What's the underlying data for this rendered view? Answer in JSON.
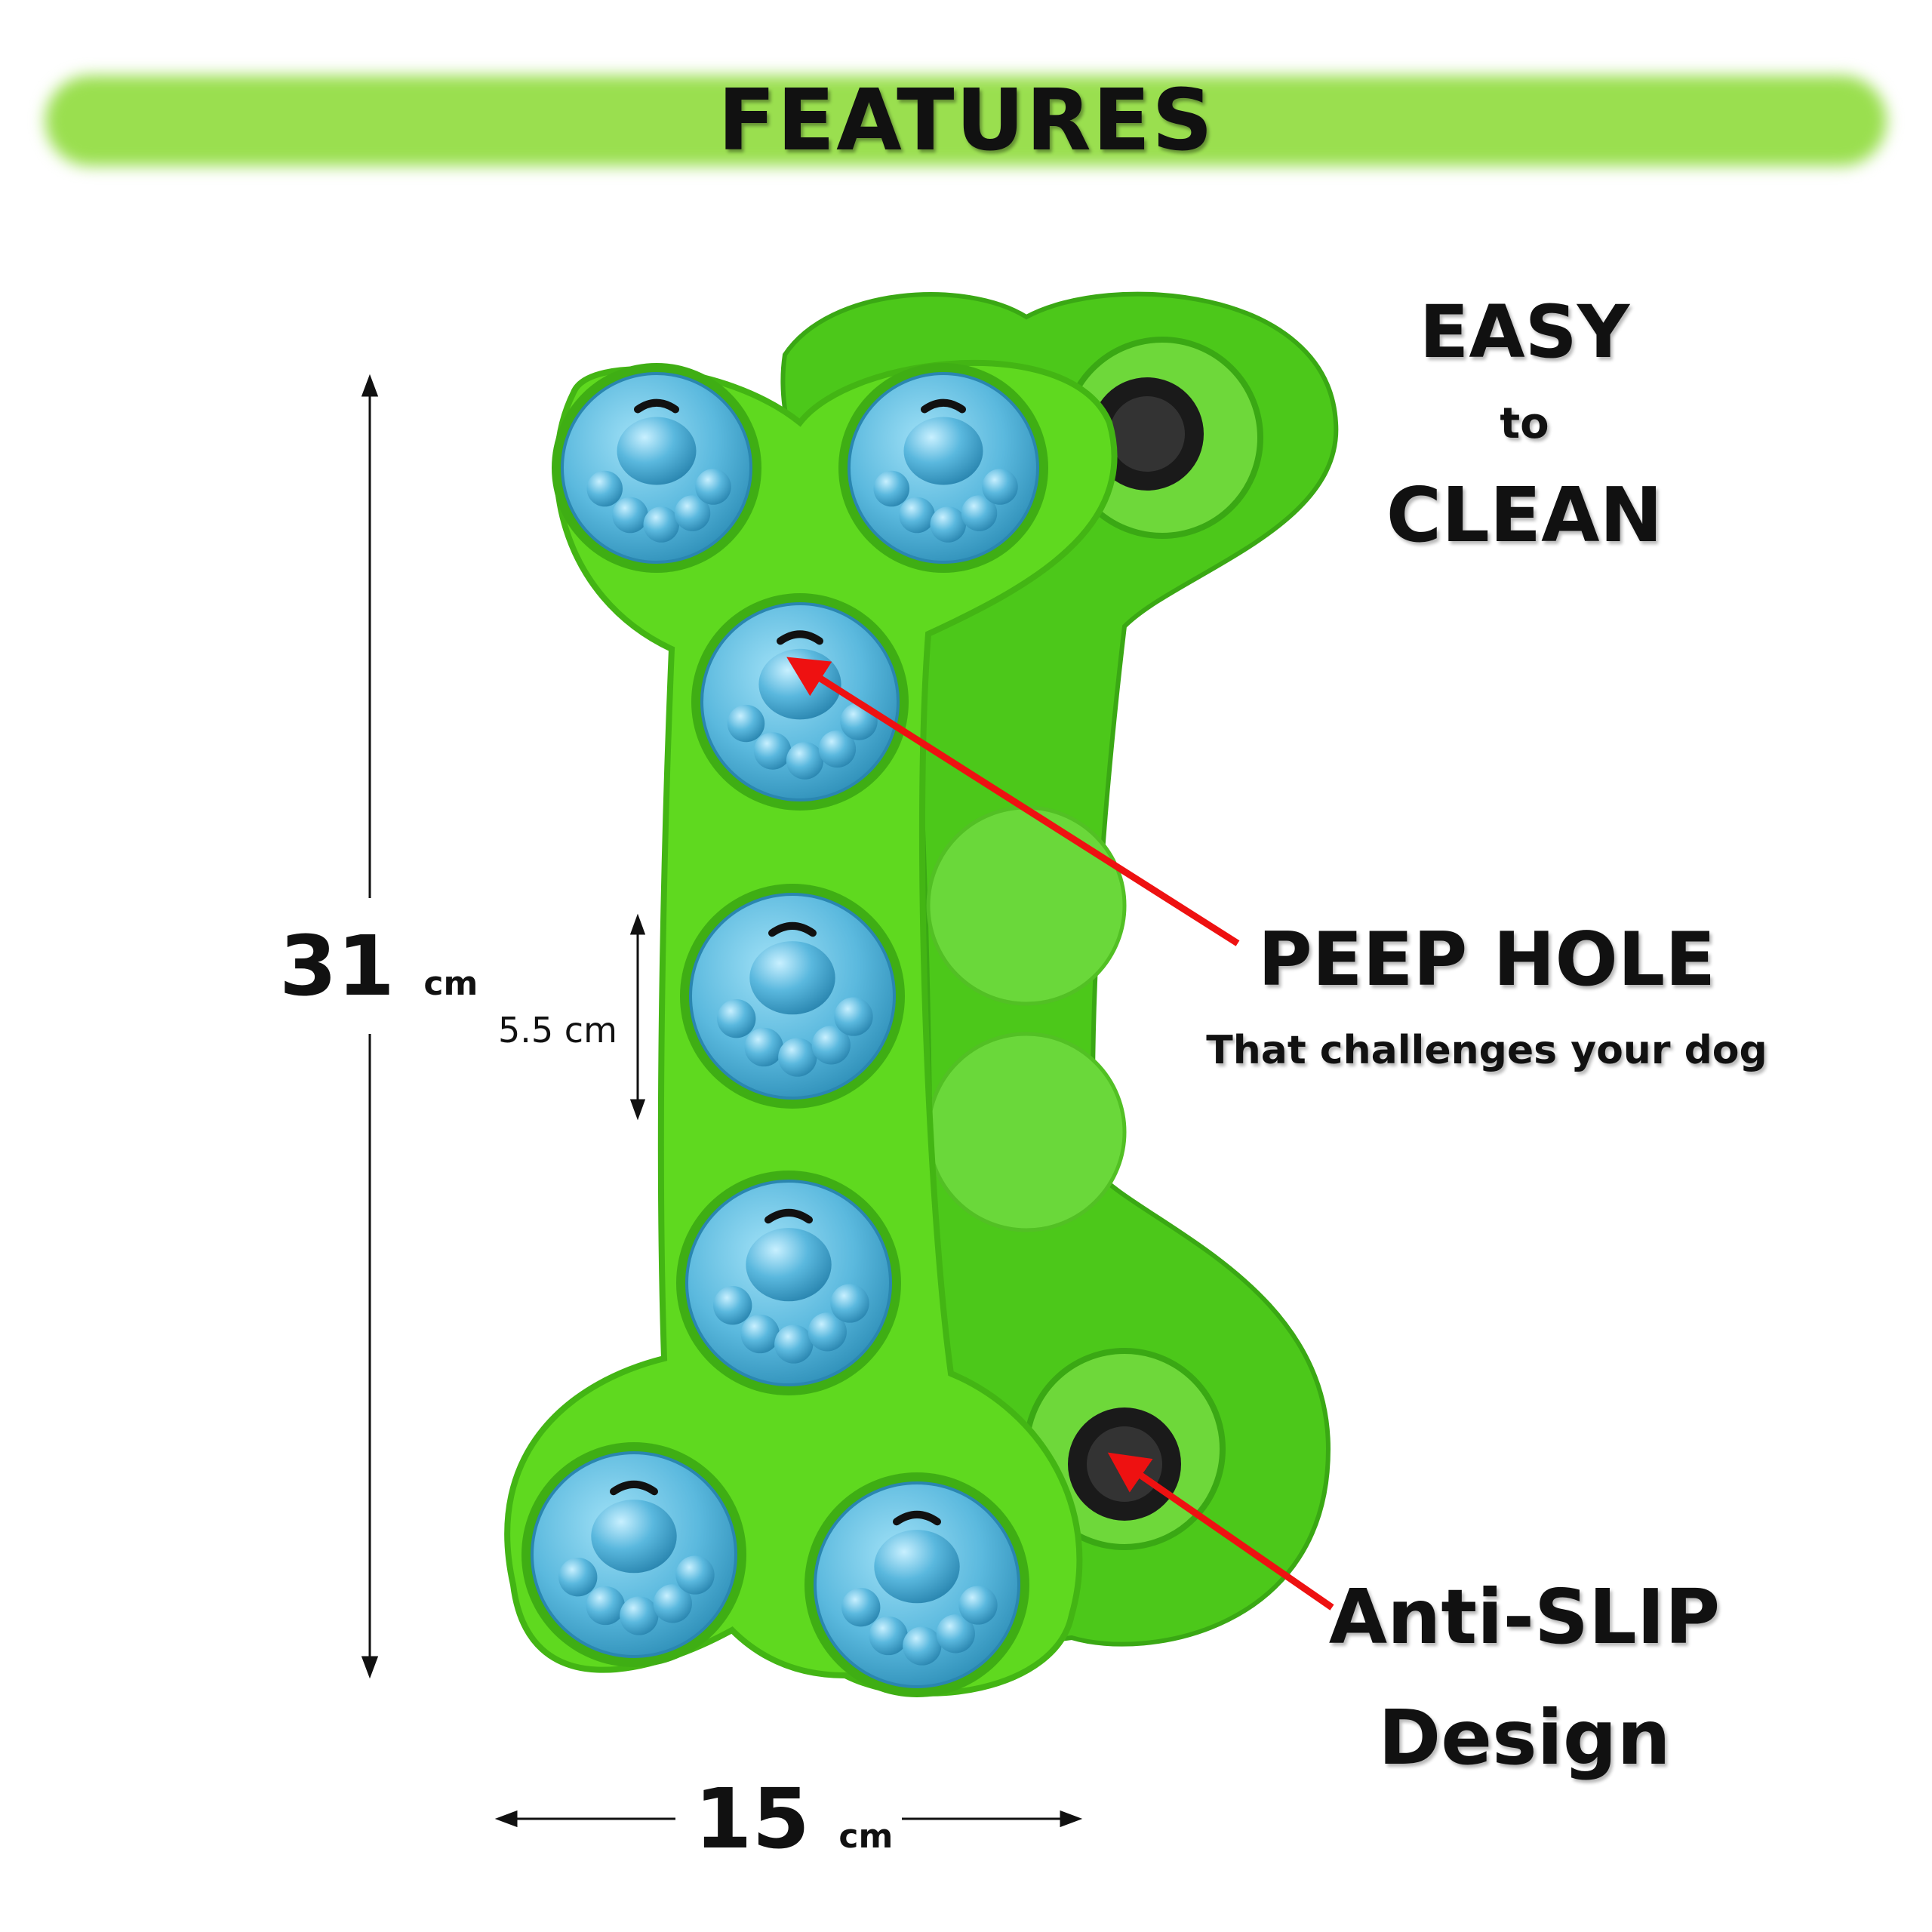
{
  "header": {
    "title": "FEATURES"
  },
  "features": {
    "easy_clean": {
      "line1": "EASY",
      "line2": "to",
      "line3": "CLEAN"
    },
    "peep_hole": {
      "title": "PEEP HOLE",
      "subtitle": "That challenges your dog"
    },
    "anti_slip": {
      "line1": "Anti-SLIP",
      "line2": "Design"
    }
  },
  "dimensions": {
    "height": {
      "value": "31",
      "unit": "cm"
    },
    "width": {
      "value": "15",
      "unit": "cm"
    },
    "pad": {
      "label": "5.5 cm"
    }
  },
  "colors": {
    "banner_green": "#9adf4f",
    "toy_green": "#5fd91f",
    "paw_blue": "#5bb9de",
    "arrow_red": "#ee1111"
  },
  "icons": {
    "paw": "paw-icon",
    "suction_cup": "suction-cup-icon"
  }
}
